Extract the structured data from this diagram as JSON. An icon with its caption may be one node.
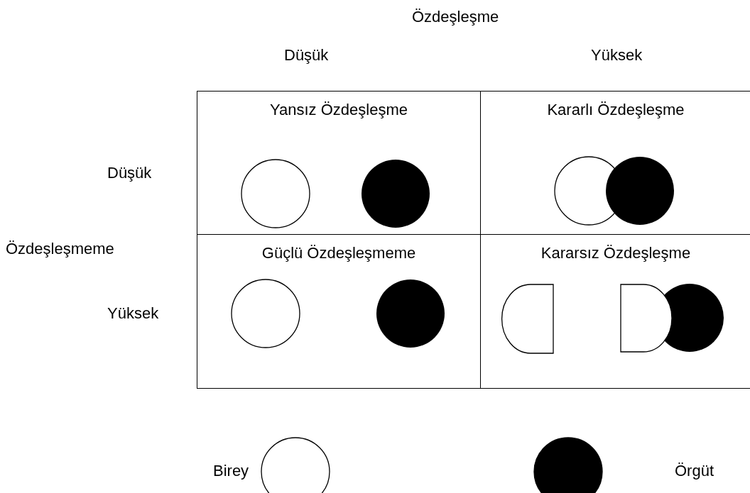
{
  "diagram": {
    "nodes": [
      {
        "text": [
          "Yansız Özdeşleşme"
        ]
      },
      {
        "text": [
          "Kararlı Özdeşleşme"
        ]
      },
      {
        "text": [
          "Güçlü Özdeşleşmeme"
        ]
      },
      {
        "text": [
          "Kararsız Özdeşleşme"
        ]
      }
    ],
    "labels": [
      "Özdeşleşme",
      "Düşük",
      "Yüksek",
      "Düşük",
      "Özdeşleşmeme",
      "Yüksek"
    ],
    "legend": [
      {
        "text": "Birey",
        "color": "#ffffff"
      },
      {
        "text": "Örgüt",
        "color": "#000000"
      }
    ]
  }
}
